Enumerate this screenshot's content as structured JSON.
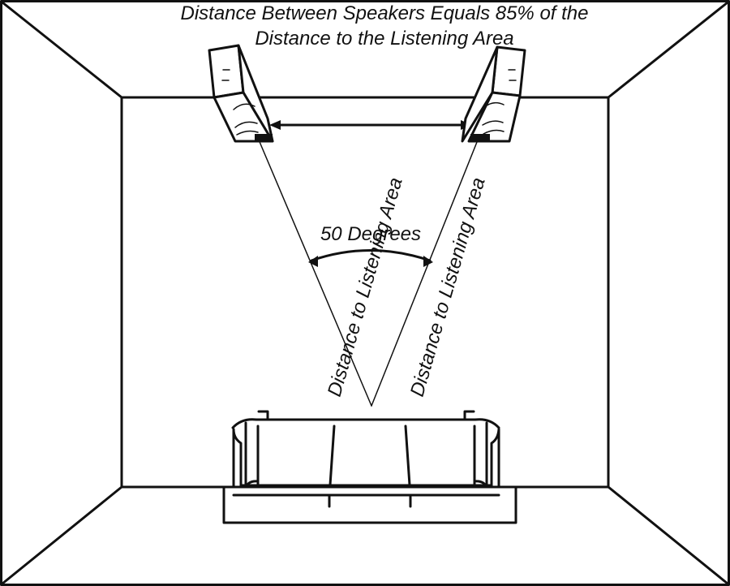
{
  "title": {
    "line1": "Distance Between Speakers Equals 85% of the",
    "line2": "Distance to the Listening Area"
  },
  "labels": {
    "angle": "50 Degrees",
    "left_distance": "Distance to Listening Area",
    "right_distance": "Distance to Listening Area"
  },
  "colors": {
    "ink": "#111111",
    "background": "#ffffff"
  },
  "icons": {
    "left_speaker": "speaker-icon",
    "right_speaker": "speaker-icon",
    "couch": "couch-icon"
  }
}
